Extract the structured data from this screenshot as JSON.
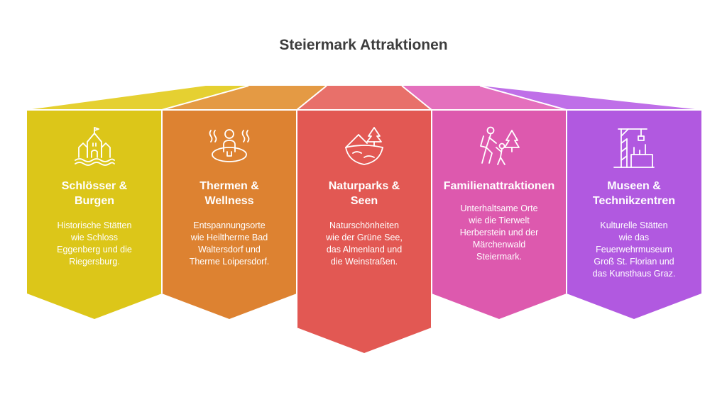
{
  "title": "Steiermark Attraktionen",
  "cards": [
    {
      "title": "Schlösser &\nBurgen",
      "description": "Historische Stätten\nwie Schloss\nEggenberg und die\nRiegersburg.",
      "icon": "castle-icon",
      "color": "#dcc619",
      "top_color": "#e5d031"
    },
    {
      "title": "Thermen &\nWellness",
      "description": "Entspannungsorte\nwie Heiltherme Bad\nWaltersdorf und\nTherme Loipersdorf.",
      "icon": "spa-icon",
      "color": "#dd8231",
      "top_color": "#e49a44"
    },
    {
      "title": "Naturparks &\nSeen",
      "description": "Naturschönheiten\nwie der Grüne See,\ndas Almenland und\ndie Weinstraßen.",
      "icon": "nature-landscape-icon",
      "color": "#e25853",
      "top_color": "#e8706a"
    },
    {
      "title": "Familienattraktionen",
      "description": "Unterhaltsame Orte\nwie die Tierwelt\nHerberstein und der\nMärchenwald\nSteiermark.",
      "icon": "family-hiking-icon",
      "color": "#dd59ae",
      "top_color": "#e470bd"
    },
    {
      "title": "Museen &\nTechnikzentren",
      "description": "Kulturelle Stätten\nwie das\nFeuerwehrmuseum\nGroß St. Florian und\ndas Kunsthaus Graz.",
      "icon": "museum-crane-icon",
      "color": "#b159e0",
      "top_color": "#bf6fe8"
    }
  ]
}
